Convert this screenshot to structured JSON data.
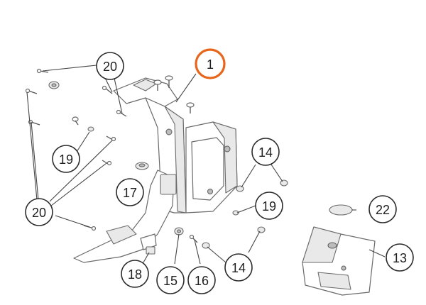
{
  "colors": {
    "highlight": "#e8661c",
    "outline": "#2b2b2b",
    "part_stroke": "#6a6a6a"
  },
  "callouts": [
    {
      "id": "c1",
      "label": "1",
      "highlight": true
    },
    {
      "id": "c20a",
      "label": "20"
    },
    {
      "id": "c19a",
      "label": "19"
    },
    {
      "id": "c17",
      "label": "17"
    },
    {
      "id": "c20b",
      "label": "20"
    },
    {
      "id": "c14a",
      "label": "14"
    },
    {
      "id": "c19b",
      "label": "19"
    },
    {
      "id": "c22",
      "label": "22"
    },
    {
      "id": "c13",
      "label": "13"
    },
    {
      "id": "c14b",
      "label": "14"
    },
    {
      "id": "c18",
      "label": "18"
    },
    {
      "id": "c15",
      "label": "15"
    },
    {
      "id": "c16",
      "label": "16"
    }
  ]
}
